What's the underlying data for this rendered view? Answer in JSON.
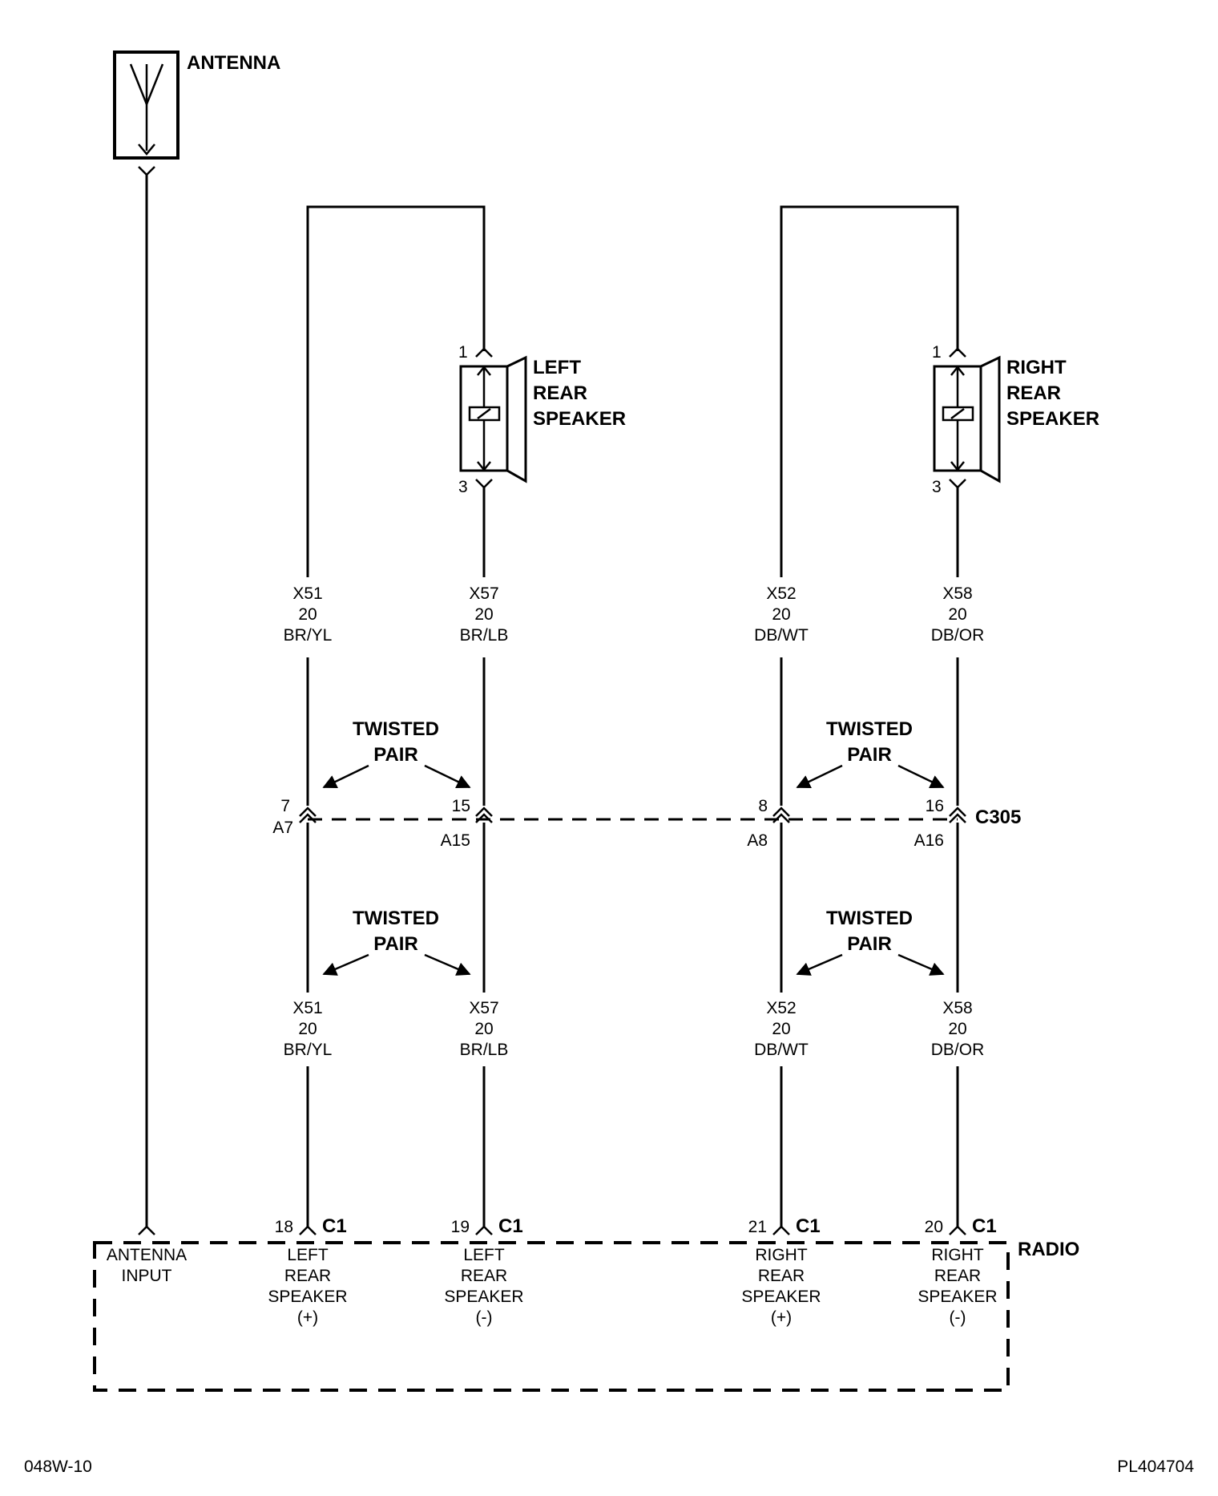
{
  "antenna": {
    "label": "ANTENNA"
  },
  "left_speaker": {
    "line1": "LEFT",
    "line2": "REAR",
    "line3": "SPEAKER",
    "pin_top": "1",
    "pin_bottom": "3"
  },
  "right_speaker": {
    "line1": "RIGHT",
    "line2": "REAR",
    "line3": "SPEAKER",
    "pin_top": "1",
    "pin_bottom": "3"
  },
  "wires_upper": [
    {
      "circuit": "X51",
      "gauge": "20",
      "color": "BR/YL"
    },
    {
      "circuit": "X57",
      "gauge": "20",
      "color": "BR/LB"
    },
    {
      "circuit": "X52",
      "gauge": "20",
      "color": "DB/WT"
    },
    {
      "circuit": "X58",
      "gauge": "20",
      "color": "DB/OR"
    }
  ],
  "wires_lower": [
    {
      "circuit": "X51",
      "gauge": "20",
      "color": "BR/YL"
    },
    {
      "circuit": "X57",
      "gauge": "20",
      "color": "BR/LB"
    },
    {
      "circuit": "X52",
      "gauge": "20",
      "color": "DB/WT"
    },
    {
      "circuit": "X58",
      "gauge": "20",
      "color": "DB/OR"
    }
  ],
  "twisted_pair": {
    "line1": "TWISTED",
    "line2": "PAIR"
  },
  "c305": {
    "name": "C305",
    "pins_top": [
      "7",
      "15",
      "8",
      "16"
    ],
    "pins_bottom": [
      "A7",
      "A15",
      "A8",
      "A16"
    ]
  },
  "radio": {
    "label": "RADIO",
    "connector": "C1",
    "antenna_input": {
      "line1": "ANTENNA",
      "line2": "INPUT"
    },
    "pins": [
      {
        "pin": "18",
        "line1": "LEFT",
        "line2": "REAR",
        "line3": "SPEAKER",
        "line4": "(+)"
      },
      {
        "pin": "19",
        "line1": "LEFT",
        "line2": "REAR",
        "line3": "SPEAKER",
        "line4": "(-)"
      },
      {
        "pin": "21",
        "line1": "RIGHT",
        "line2": "REAR",
        "line3": "SPEAKER",
        "line4": "(+)"
      },
      {
        "pin": "20",
        "line1": "RIGHT",
        "line2": "REAR",
        "line3": "SPEAKER",
        "line4": "(-)"
      }
    ]
  },
  "footer": {
    "left": "048W-10",
    "right": "PL404704"
  }
}
